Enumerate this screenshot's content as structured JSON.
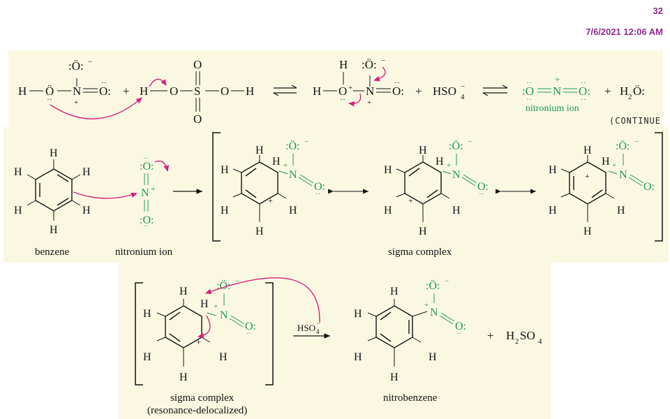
{
  "header": {
    "slide_number": "32",
    "datetime": "7/6/2021 12:06 AM"
  },
  "step1": {
    "plus1": "+",
    "plus2": "+",
    "plus3": "+",
    "hso4": "HSO",
    "hso4_sub": "4",
    "hso4_charge": "−",
    "nitronium_label": "nitronium ion",
    "water": "H",
    "water_sub": "2",
    "water_o": "Ö:",
    "continue_text": "(CONTINUE"
  },
  "step2": {
    "benzene_label": "benzene",
    "nitronium_label": "nitronium ion",
    "sigma_label": "sigma complex"
  },
  "step3": {
    "sigma_label_line1": "sigma complex",
    "sigma_label_line2": "(resonance-delocalized)",
    "reagent": "HSO",
    "reagent_sub": "4",
    "reagent_charge": "−",
    "product_label": "nitrobenzene",
    "plus": "+",
    "acid": "H",
    "acid_sub": "2",
    "acid_rest": "SO",
    "acid_sub2": "4"
  },
  "colors": {
    "accent_green": "#1a9a55",
    "arrow_magenta": "#d4207a",
    "panel_bg": "#fbf8e2",
    "header_text": "#8e2b8e"
  }
}
